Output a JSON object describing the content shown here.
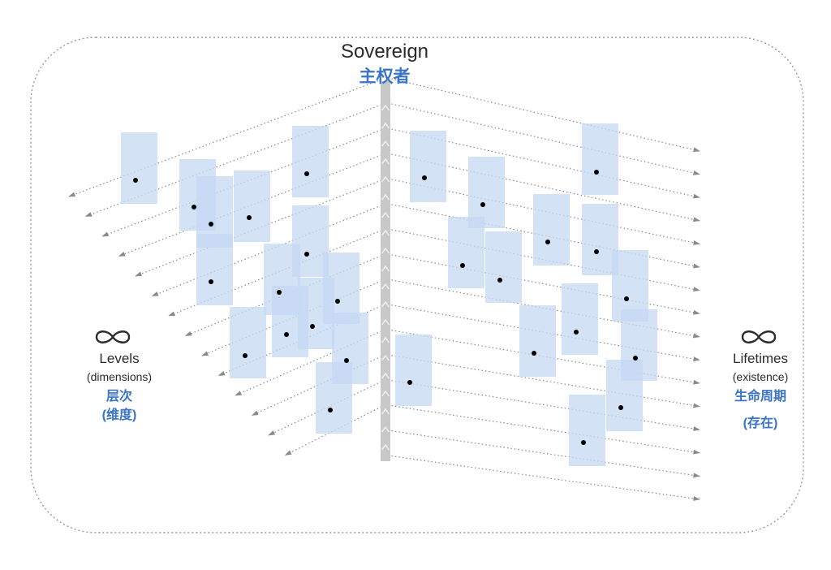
{
  "sovereign": {
    "title": "Sovereign",
    "title_zh": "主权者"
  },
  "left": {
    "name": "Levels",
    "sub": "(dimensions)",
    "name_zh": "层次",
    "sub_zh": "(维度)",
    "icon": "infinity-icon"
  },
  "right": {
    "name": "Lifetimes",
    "sub": "(existence)",
    "name_zh": "生命周期",
    "sub_zh": "(存在)",
    "icon": "infinity-icon"
  },
  "colors": {
    "accent": "#3a74c4",
    "box_fill": "#c5d8f3",
    "arrow": "#8a8a8a",
    "frame": "#9a9a9a",
    "axis": "#c8c8c8",
    "dot": "#000000"
  }
}
